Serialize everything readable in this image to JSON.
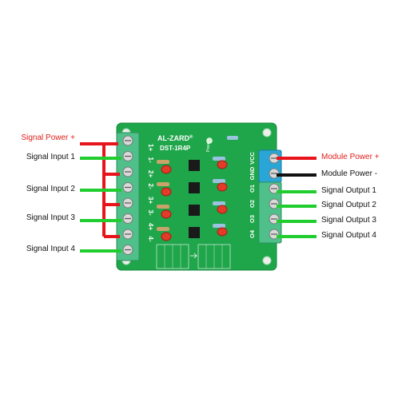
{
  "labels": {
    "left": [
      {
        "text": "Signal Power +",
        "color": "red"
      },
      {
        "text": "Signal Input 1",
        "color": "black"
      },
      {
        "text": "Signal Input 2",
        "color": "black"
      },
      {
        "text": "Signal Input 3",
        "color": "black"
      },
      {
        "text": "Signal Input 4",
        "color": "black"
      }
    ],
    "right": [
      {
        "text": "Module Power +",
        "color": "red"
      },
      {
        "text": "Module Power -",
        "color": "black"
      },
      {
        "text": "Signal Output 1",
        "color": "black"
      },
      {
        "text": "Signal Output 2",
        "color": "black"
      },
      {
        "text": "Signal Output 3",
        "color": "black"
      },
      {
        "text": "Signal Output 4",
        "color": "black"
      }
    ]
  },
  "board": {
    "brand": "AL-ZARD",
    "registered": "®",
    "model": "DST-1R4P",
    "power_led_label": "Power",
    "left_pins": [
      "1+",
      "1-",
      "2+",
      "2-",
      "3+",
      "3-",
      "4+",
      "4-"
    ],
    "right_pins": [
      "VCC",
      "GND",
      "O1",
      "O2",
      "O3",
      "O4"
    ]
  },
  "colors": {
    "board": "#1fa54a",
    "terminal_left": "#4fc08a",
    "terminal_right": "#2aa6d6",
    "wire_red": "#e8141b",
    "wire_green": "#1fce2e",
    "wire_black": "#111111",
    "led_red": "#e33a2a"
  }
}
